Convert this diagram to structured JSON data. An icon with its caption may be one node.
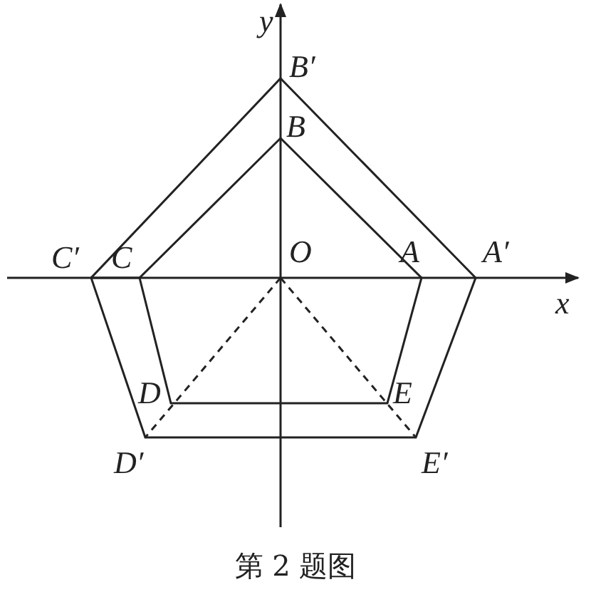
{
  "diagram": {
    "caption": "第 2 题图",
    "labels": [
      "y",
      "B′",
      "B",
      "C′",
      "C",
      "O",
      "A",
      "A′",
      "x",
      "D",
      "E",
      "D′",
      "E′"
    ]
  }
}
